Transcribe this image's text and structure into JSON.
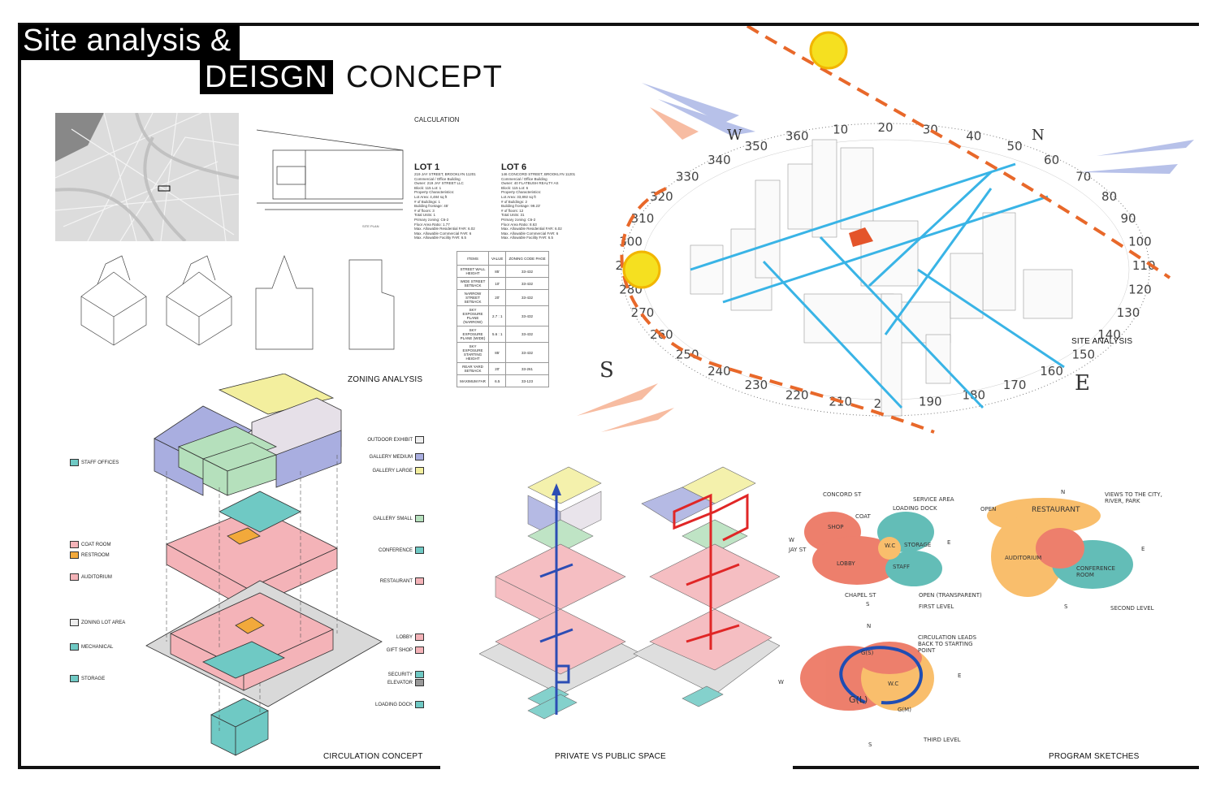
{
  "title": {
    "line1": "Site analysis &",
    "line2_highlight": "DEISGN",
    "line2_rest": "CONCEPT"
  },
  "captions": {
    "zoning": "ZONING ANALYSIS",
    "site": "SITE ANALYSIS",
    "circulation": "CIRCULATION CONCEPT",
    "private": "PRIVATE VS PUBLIC SPACE",
    "sketches": "PROGRAM SKETCHES"
  },
  "calculation": {
    "heading": "CALCULATION",
    "lot1": {
      "title": "LOT 1",
      "lines": [
        "219 JAY STREET, BROOKLYN 11201",
        "Commercial / Office Building",
        "Owner: 219 JAY STREET LLC",
        "Block: 115 Lot: 1",
        "Property Characteristics:",
        "Lot Area: 4,484 sq ft",
        "# of Buildings: 1",
        "Building frontage: 45'",
        "# of floors: 3",
        "Total Units: 1",
        "Primary zoning: C6-2",
        "Floor Area Ratio: 1.77",
        "Max. Allowable Residential FAR: 6.02",
        "Max. Allowable Commercial FAR: 6",
        "Max. Allowable Facility FAR: 6.5"
      ]
    },
    "lot6": {
      "title": "LOT 6",
      "lines": [
        "146 CONCORD STREET, BROOKLYN 11201",
        "Commercial / Office Building",
        "Owner: 40 FLATBUSH REALTY AS",
        "Block: 115 Lot: 6",
        "Property Characteristics:",
        "Lot Area: 33,892 sq ft",
        "# of Buildings: 2",
        "Building frontage: 99.23'",
        "# of floors: 12",
        "Total Units: 31",
        "Primary zoning: C6-2",
        "Floor Area Ratio: 8.63",
        "Max. Allowable Residential FAR: 6.02",
        "Max. Allowable Commercial FAR: 6",
        "Max. Allowable Facility FAR: 6.5"
      ]
    }
  },
  "zoning_table": {
    "headers": [
      "ITEMS",
      "VALUE",
      "ZONING CODE PAGE"
    ],
    "rows": [
      [
        "STREET WALL HEIGHT",
        "85'",
        "33-432"
      ],
      [
        "WIDE STREET SETBACK",
        "10'",
        "33-432"
      ],
      [
        "NARROW STREET SETBACK",
        "20'",
        "33-432"
      ],
      [
        "SKY EXPOSURE PLANE (NARROW)",
        "2.7 : 1",
        "33-432"
      ],
      [
        "SKY EXPOSURE PLANE (WIDE)",
        "5.6 : 1",
        "33-432"
      ],
      [
        "SKY EXPOSURE STARTING HEIGHT",
        "85'",
        "33-432"
      ],
      [
        "REAR YARD SETBACK",
        "20'",
        "33-261"
      ],
      [
        "MAXIMUM FAR",
        "6.5",
        "33-123"
      ]
    ]
  },
  "legend_left": [
    "STAFF OFFICES",
    "COAT ROOM",
    "RESTROOM",
    "AUDITORIUM",
    "ZONING LOT AREA",
    "MECHANICAL",
    "STORAGE"
  ],
  "legend_right": [
    "OUTDOOR EXHIBIT",
    "GALLERY MEDIUM",
    "GALLERY LARGE",
    "GALLERY SMALL",
    "CONFERENCE",
    "RESTAURANT",
    "LOBBY",
    "GIFT SHOP",
    "SECURITY",
    "ELEVATOR",
    "LOADING DOCK"
  ],
  "colors": {
    "pink": "#f4b3b8",
    "teal": "#6fc9c4",
    "yellow": "#f3ef9e",
    "blue": "#a9aee0",
    "green": "#b5e0bc",
    "orange": "#f2a93b",
    "grey": "#d9d9d9",
    "white": "#eeeeee",
    "sun": "#f5e020",
    "path": "#e8682a"
  },
  "compass": {
    "N": "N",
    "E": "E",
    "S": "S",
    "W": "W",
    "degrees": [
      "300",
      "310",
      "320",
      "330",
      "340",
      "350",
      "360",
      "10",
      "20",
      "30",
      "40",
      "50",
      "60",
      "70",
      "80",
      "90",
      "100",
      "110",
      "120",
      "130",
      "140",
      "150",
      "160",
      "170",
      "180",
      "190",
      "200",
      "210",
      "220",
      "230",
      "240",
      "250",
      "260",
      "270",
      "280",
      "290"
    ]
  },
  "sketch_labels": {
    "s1": [
      "CONCORD ST",
      "SERVICE AREA",
      "SHOP",
      "COAT",
      "LOADING DOCK",
      "STORAGE",
      "LOBBY",
      "STAFF",
      "W.C",
      "JAY ST",
      "W",
      "E",
      "CHAPEL ST",
      "S",
      "OPEN (TRANSPARENT)",
      "FIRST LEVEL"
    ],
    "s2": [
      "N",
      "VIEWS TO THE CITY, RIVER, PARK",
      "RESTAURANT",
      "AUDITORIUM",
      "CONFERENCE ROOM",
      "E",
      "S",
      "SECOND LEVEL",
      "OPEN"
    ],
    "s3": [
      "N",
      "CIRCULATION LEADS BACK TO STARTING POINT",
      "G(L)",
      "G(M)",
      "G(S)",
      "W.C",
      "W",
      "E",
      "S",
      "THIRD LEVEL"
    ]
  }
}
